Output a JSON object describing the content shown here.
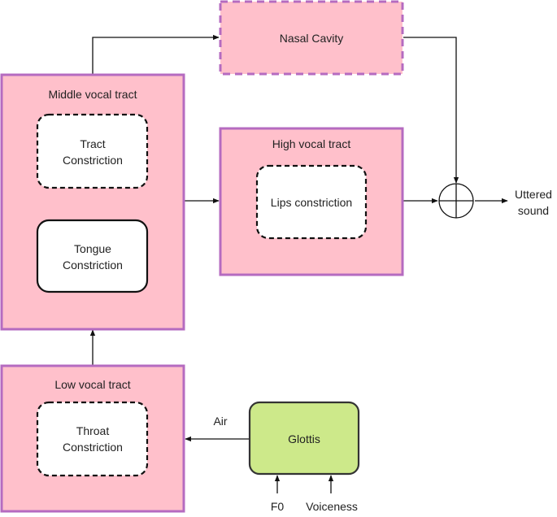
{
  "colors": {
    "tract_fill": "#ffc0cb",
    "tract_border": "#b56bc0",
    "glottis_fill": "#cde98a",
    "glottis_border": "#333333",
    "constriction_fill": "#ffffff",
    "line": "#111111"
  },
  "nodes": {
    "nasal_cavity": {
      "label": "Nasal Cavity",
      "style": "dashed"
    },
    "middle_tract": {
      "label": "Middle vocal tract",
      "tract_constriction": [
        "Tract",
        "Constriction"
      ],
      "tongue_constriction": [
        "Tongue",
        "Constriction"
      ]
    },
    "high_tract": {
      "label": "High vocal tract",
      "lips_constriction": "Lips constriction"
    },
    "low_tract": {
      "label": "Low vocal tract",
      "throat_constriction": [
        "Throat",
        "Constriction"
      ]
    },
    "glottis": {
      "label": "Glottis"
    },
    "summation": {
      "icon": "sum-junction-icon"
    }
  },
  "edges": {
    "air_label": "Air",
    "f0_label": "F0",
    "voiceness_label": "Voiceness",
    "output_label": [
      "Uttered",
      "sound"
    ]
  }
}
